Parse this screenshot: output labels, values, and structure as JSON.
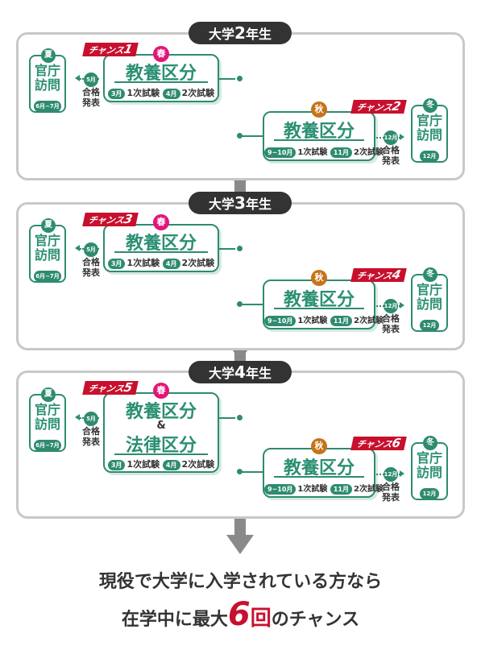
{
  "years": [
    {
      "label": "大学",
      "num": "2",
      "suffix": "年生",
      "summer": {
        "season": "夏",
        "title1": "官庁",
        "title2": "訪問",
        "date": "6月~7月"
      },
      "spring": {
        "chance_text": "チャンス",
        "chance_num": "1",
        "season": "春",
        "title": "教養区分",
        "amp": "",
        "title2": "",
        "m1": "3月",
        "e1": "1次試験",
        "m2": "4月",
        "e2": "2次試験",
        "notice_month": "5月",
        "notice1": "合格",
        "notice2": "発表"
      },
      "autumn": {
        "chance_text": "チャンス",
        "chance_num": "2",
        "season": "秋",
        "title": "教養区分",
        "m1": "9~10月",
        "e1": "1次試験",
        "m2": "11月",
        "e2": "2次試験",
        "notice_month": "12月",
        "notice1": "合格",
        "notice2": "発表"
      },
      "winter": {
        "season": "冬",
        "title1": "官庁",
        "title2": "訪問",
        "date": "12月"
      }
    },
    {
      "label": "大学",
      "num": "3",
      "suffix": "年生",
      "summer": {
        "season": "夏",
        "title1": "官庁",
        "title2": "訪問",
        "date": "6月~7月"
      },
      "spring": {
        "chance_text": "チャンス",
        "chance_num": "3",
        "season": "春",
        "title": "教養区分",
        "amp": "",
        "title2": "",
        "m1": "3月",
        "e1": "1次試験",
        "m2": "4月",
        "e2": "2次試験",
        "notice_month": "5月",
        "notice1": "合格",
        "notice2": "発表"
      },
      "autumn": {
        "chance_text": "チャンス",
        "chance_num": "4",
        "season": "秋",
        "title": "教養区分",
        "m1": "9~10月",
        "e1": "1次試験",
        "m2": "11月",
        "e2": "2次試験",
        "notice_month": "12月",
        "notice1": "合格",
        "notice2": "発表"
      },
      "winter": {
        "season": "冬",
        "title1": "官庁",
        "title2": "訪問",
        "date": "12月"
      }
    },
    {
      "label": "大学",
      "num": "4",
      "suffix": "年生",
      "summer": {
        "season": "夏",
        "title1": "官庁",
        "title2": "訪問",
        "date": "6月~7月"
      },
      "spring": {
        "chance_text": "チャンス",
        "chance_num": "5",
        "season": "春",
        "title": "教養区分",
        "amp": "&",
        "title2": "法律区分",
        "m1": "3月",
        "e1": "1次試験",
        "m2": "4月",
        "e2": "2次試験",
        "notice_month": "5月",
        "notice1": "合格",
        "notice2": "発表"
      },
      "autumn": {
        "chance_text": "チャンス",
        "chance_num": "6",
        "season": "秋",
        "title": "教養区分",
        "m1": "9~10月",
        "e1": "1次試験",
        "m2": "11月",
        "e2": "2次試験",
        "notice_month": "12月",
        "notice1": "合格",
        "notice2": "発表"
      },
      "winter": {
        "season": "冬",
        "title1": "官庁",
        "title2": "訪問",
        "date": "12月"
      }
    }
  ],
  "footer": {
    "line1": "現役で大学に入学されている方なら",
    "line2_a": "在学中に最大",
    "line2_num": "6",
    "line2_b": "回",
    "line2_c": "のチャンス"
  },
  "colors": {
    "teal": "#2e8b70",
    "red": "#c8102e",
    "pink": "#e2157a",
    "orange": "#c67318",
    "gray": "#8a8a8a"
  }
}
